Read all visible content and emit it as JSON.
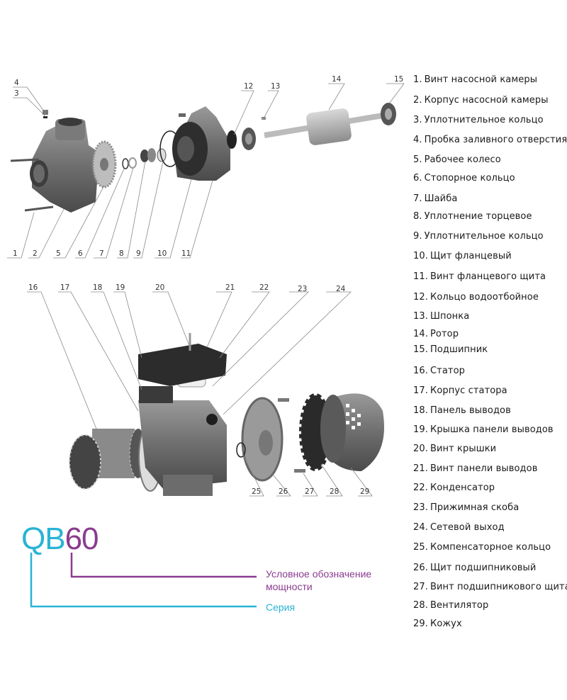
{
  "parts": [
    {
      "num": "1.",
      "name": "Винт насосной камеры"
    },
    {
      "num": "2.",
      "name": "Корпус насосной камеры"
    },
    {
      "num": "3.",
      "name": "Уплотнительное кольцо"
    },
    {
      "num": "4.",
      "name": "Пробка заливного отверстия"
    },
    {
      "num": "5.",
      "name": "Рабочее колесо"
    },
    {
      "num": "6.",
      "name": "Стопорное кольцо"
    },
    {
      "num": "7.",
      "name": "Шайба"
    },
    {
      "num": "8.",
      "name": "Уплотнение торцевое"
    },
    {
      "num": "9.",
      "name": "Уплотнительное кольцо"
    },
    {
      "num": "10.",
      "name": "Щит фланцевый"
    },
    {
      "num": "11.",
      "name": "Винт фланцевого щита"
    },
    {
      "num": "12.",
      "name": "Кольцо водоотбойное"
    },
    {
      "num": "13.",
      "name": "Шпонка"
    },
    {
      "num": "14.",
      "name": "Ротор"
    },
    {
      "num": "15.",
      "name": "Подшипник"
    },
    {
      "num": "16.",
      "name": "Статор"
    },
    {
      "num": "17.",
      "name": "Корпус статора"
    },
    {
      "num": "18.",
      "name": "Панель выводов"
    },
    {
      "num": "19.",
      "name": "Крышка панели выводов"
    },
    {
      "num": "20.",
      "name": "Винт крышки"
    },
    {
      "num": "21.",
      "name": "Винт панели выводов"
    },
    {
      "num": "22.",
      "name": "Конденсатор"
    },
    {
      "num": "23.",
      "name": "Прижимная скоба"
    },
    {
      "num": "24.",
      "name": "Сетевой выход"
    },
    {
      "num": "25.",
      "name": "Компенсаторное кольцо"
    },
    {
      "num": "26.",
      "name": "Щит подшипниковый"
    },
    {
      "num": "27.",
      "name": "Винт подшипникового щита"
    },
    {
      "num": "28.",
      "name": "Вентилятор"
    },
    {
      "num": "29.",
      "name": "Кожух"
    }
  ],
  "callouts": {
    "top": [
      "4",
      "3",
      "1",
      "2",
      "5",
      "6",
      "7",
      "8",
      "9",
      "10",
      "11",
      "12",
      "13",
      "14",
      "15"
    ],
    "bottom": [
      "16",
      "17",
      "18",
      "19",
      "20",
      "21",
      "22",
      "23",
      "24",
      "25",
      "26",
      "27",
      "28",
      "29"
    ]
  },
  "model": {
    "series_code": "QB",
    "power_code": "60",
    "power_caption_line1": "Условное обозначение",
    "power_caption_line2": "мощности",
    "series_caption": "Серия",
    "series_color": "#29b3d6",
    "power_color": "#8a3b8f"
  }
}
